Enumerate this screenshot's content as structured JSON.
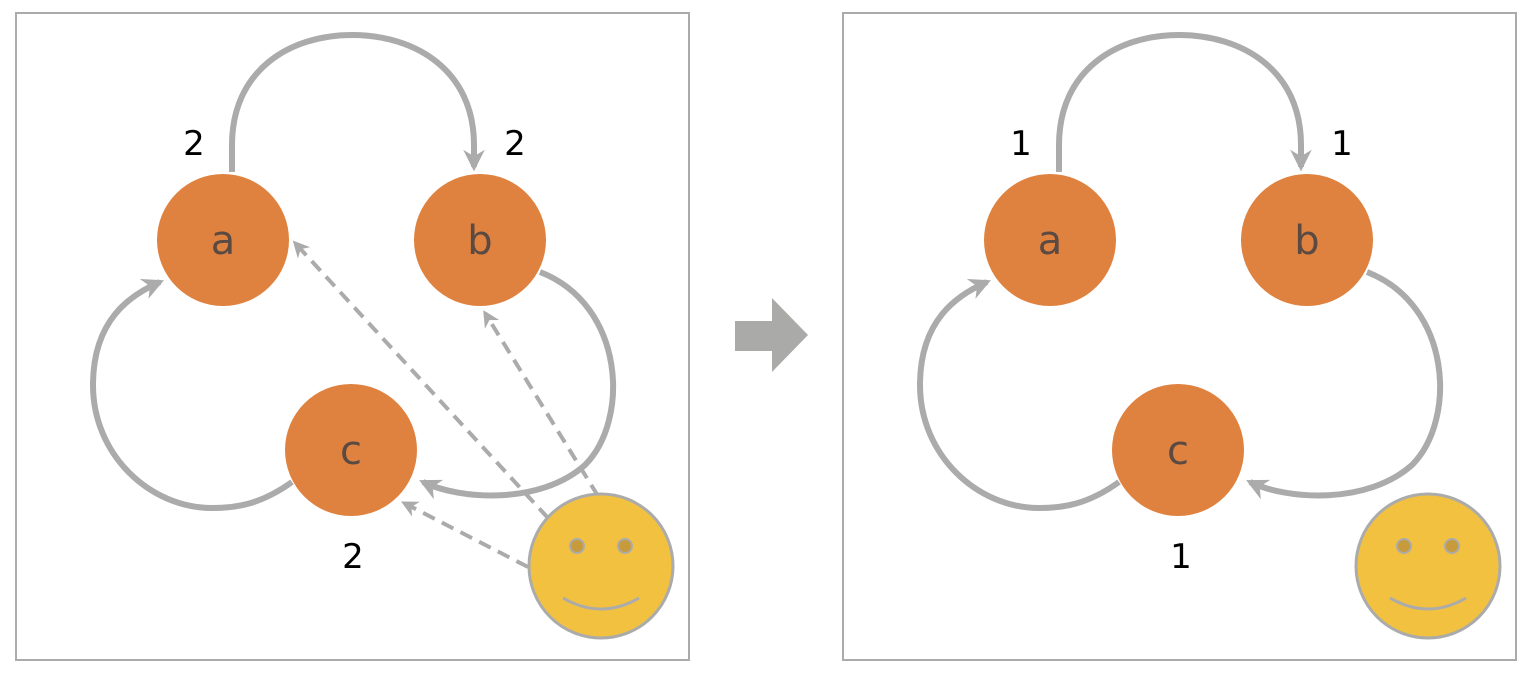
{
  "colors": {
    "node_fill": "#E0823F",
    "node_text": "#5a4a42",
    "edge": "#ABABAB",
    "panel_border": "#ABABAB",
    "transition_arrow": "#AAAAA8",
    "smiley_fill": "#F2C13F",
    "smiley_stroke": "#ABABAB",
    "smiley_eyes": "#C79A3C"
  },
  "icons": {
    "transition": "right-arrow-icon",
    "user": "smiley-face-icon"
  },
  "panels": [
    {
      "id": "before",
      "nodes": [
        {
          "id": "a",
          "label": "a",
          "count": "2"
        },
        {
          "id": "b",
          "label": "b",
          "count": "2"
        },
        {
          "id": "c",
          "label": "c",
          "count": "2"
        }
      ],
      "edges": [
        {
          "from": "a",
          "to": "b"
        },
        {
          "from": "b",
          "to": "c"
        },
        {
          "from": "c",
          "to": "a"
        }
      ],
      "user_links": [
        "a",
        "b",
        "c"
      ]
    },
    {
      "id": "after",
      "nodes": [
        {
          "id": "a",
          "label": "a",
          "count": "1"
        },
        {
          "id": "b",
          "label": "b",
          "count": "1"
        },
        {
          "id": "c",
          "label": "c",
          "count": "1"
        }
      ],
      "edges": [
        {
          "from": "a",
          "to": "b"
        },
        {
          "from": "b",
          "to": "c"
        },
        {
          "from": "c",
          "to": "a"
        }
      ],
      "user_links": []
    }
  ]
}
